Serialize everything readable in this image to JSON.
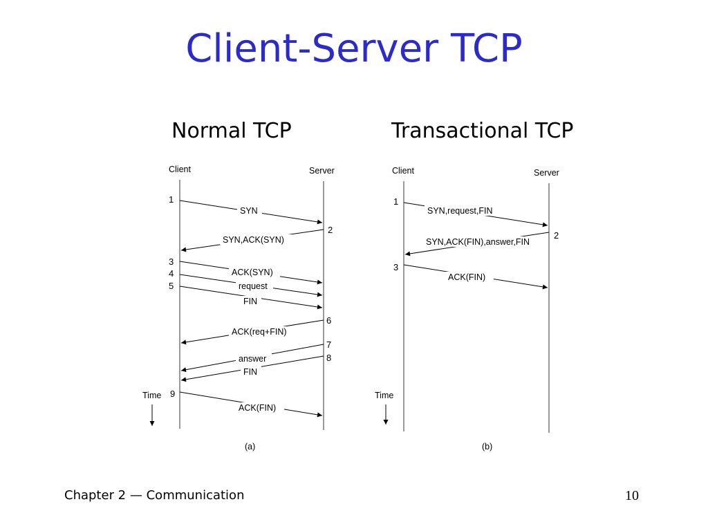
{
  "title": "Client-Server TCP",
  "subtitles": {
    "normal": "Normal TCP",
    "transactional": "Transactional TCP"
  },
  "normal": {
    "client_label": "Client",
    "server_label": "Server",
    "time_label": "Time",
    "caption": "(a)",
    "step_numbers": [
      "1",
      "2",
      "3",
      "4",
      "5",
      "6",
      "7",
      "8",
      "9"
    ],
    "messages": [
      "SYN",
      "SYN,ACK(SYN)",
      "ACK(SYN)",
      "request",
      "FIN",
      "ACK(req+FIN)",
      "answer",
      "FIN",
      "ACK(FIN)"
    ]
  },
  "transactional": {
    "client_label": "Client",
    "server_label": "Server",
    "time_label": "Time",
    "caption": "(b)",
    "step_numbers": [
      "1",
      "2",
      "3"
    ],
    "messages": [
      "SYN,request,FIN",
      "SYN,ACK(FIN),answer,FIN",
      "ACK(FIN)"
    ]
  },
  "footer": {
    "chapter": "Chapter 2",
    "dash": "—",
    "topic": "Communication",
    "page": "10"
  }
}
